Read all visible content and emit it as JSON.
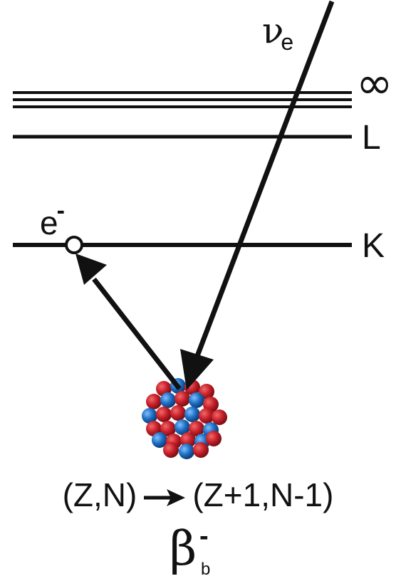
{
  "levels": {
    "continuum_label": "∞",
    "l_label": "L",
    "k_label": "K"
  },
  "electron": {
    "symbol": "e",
    "charge": "-"
  },
  "neutrino": {
    "symbol": "ν",
    "subscript": "e"
  },
  "reaction": {
    "initial": "(Z,N)",
    "final": "(Z+1,N-1)"
  },
  "decay": {
    "symbol": "β",
    "superscript": "-",
    "subscript": "b"
  },
  "colors": {
    "line": "#111111",
    "proton": "#c8202a",
    "neutron": "#1f6fc4"
  }
}
